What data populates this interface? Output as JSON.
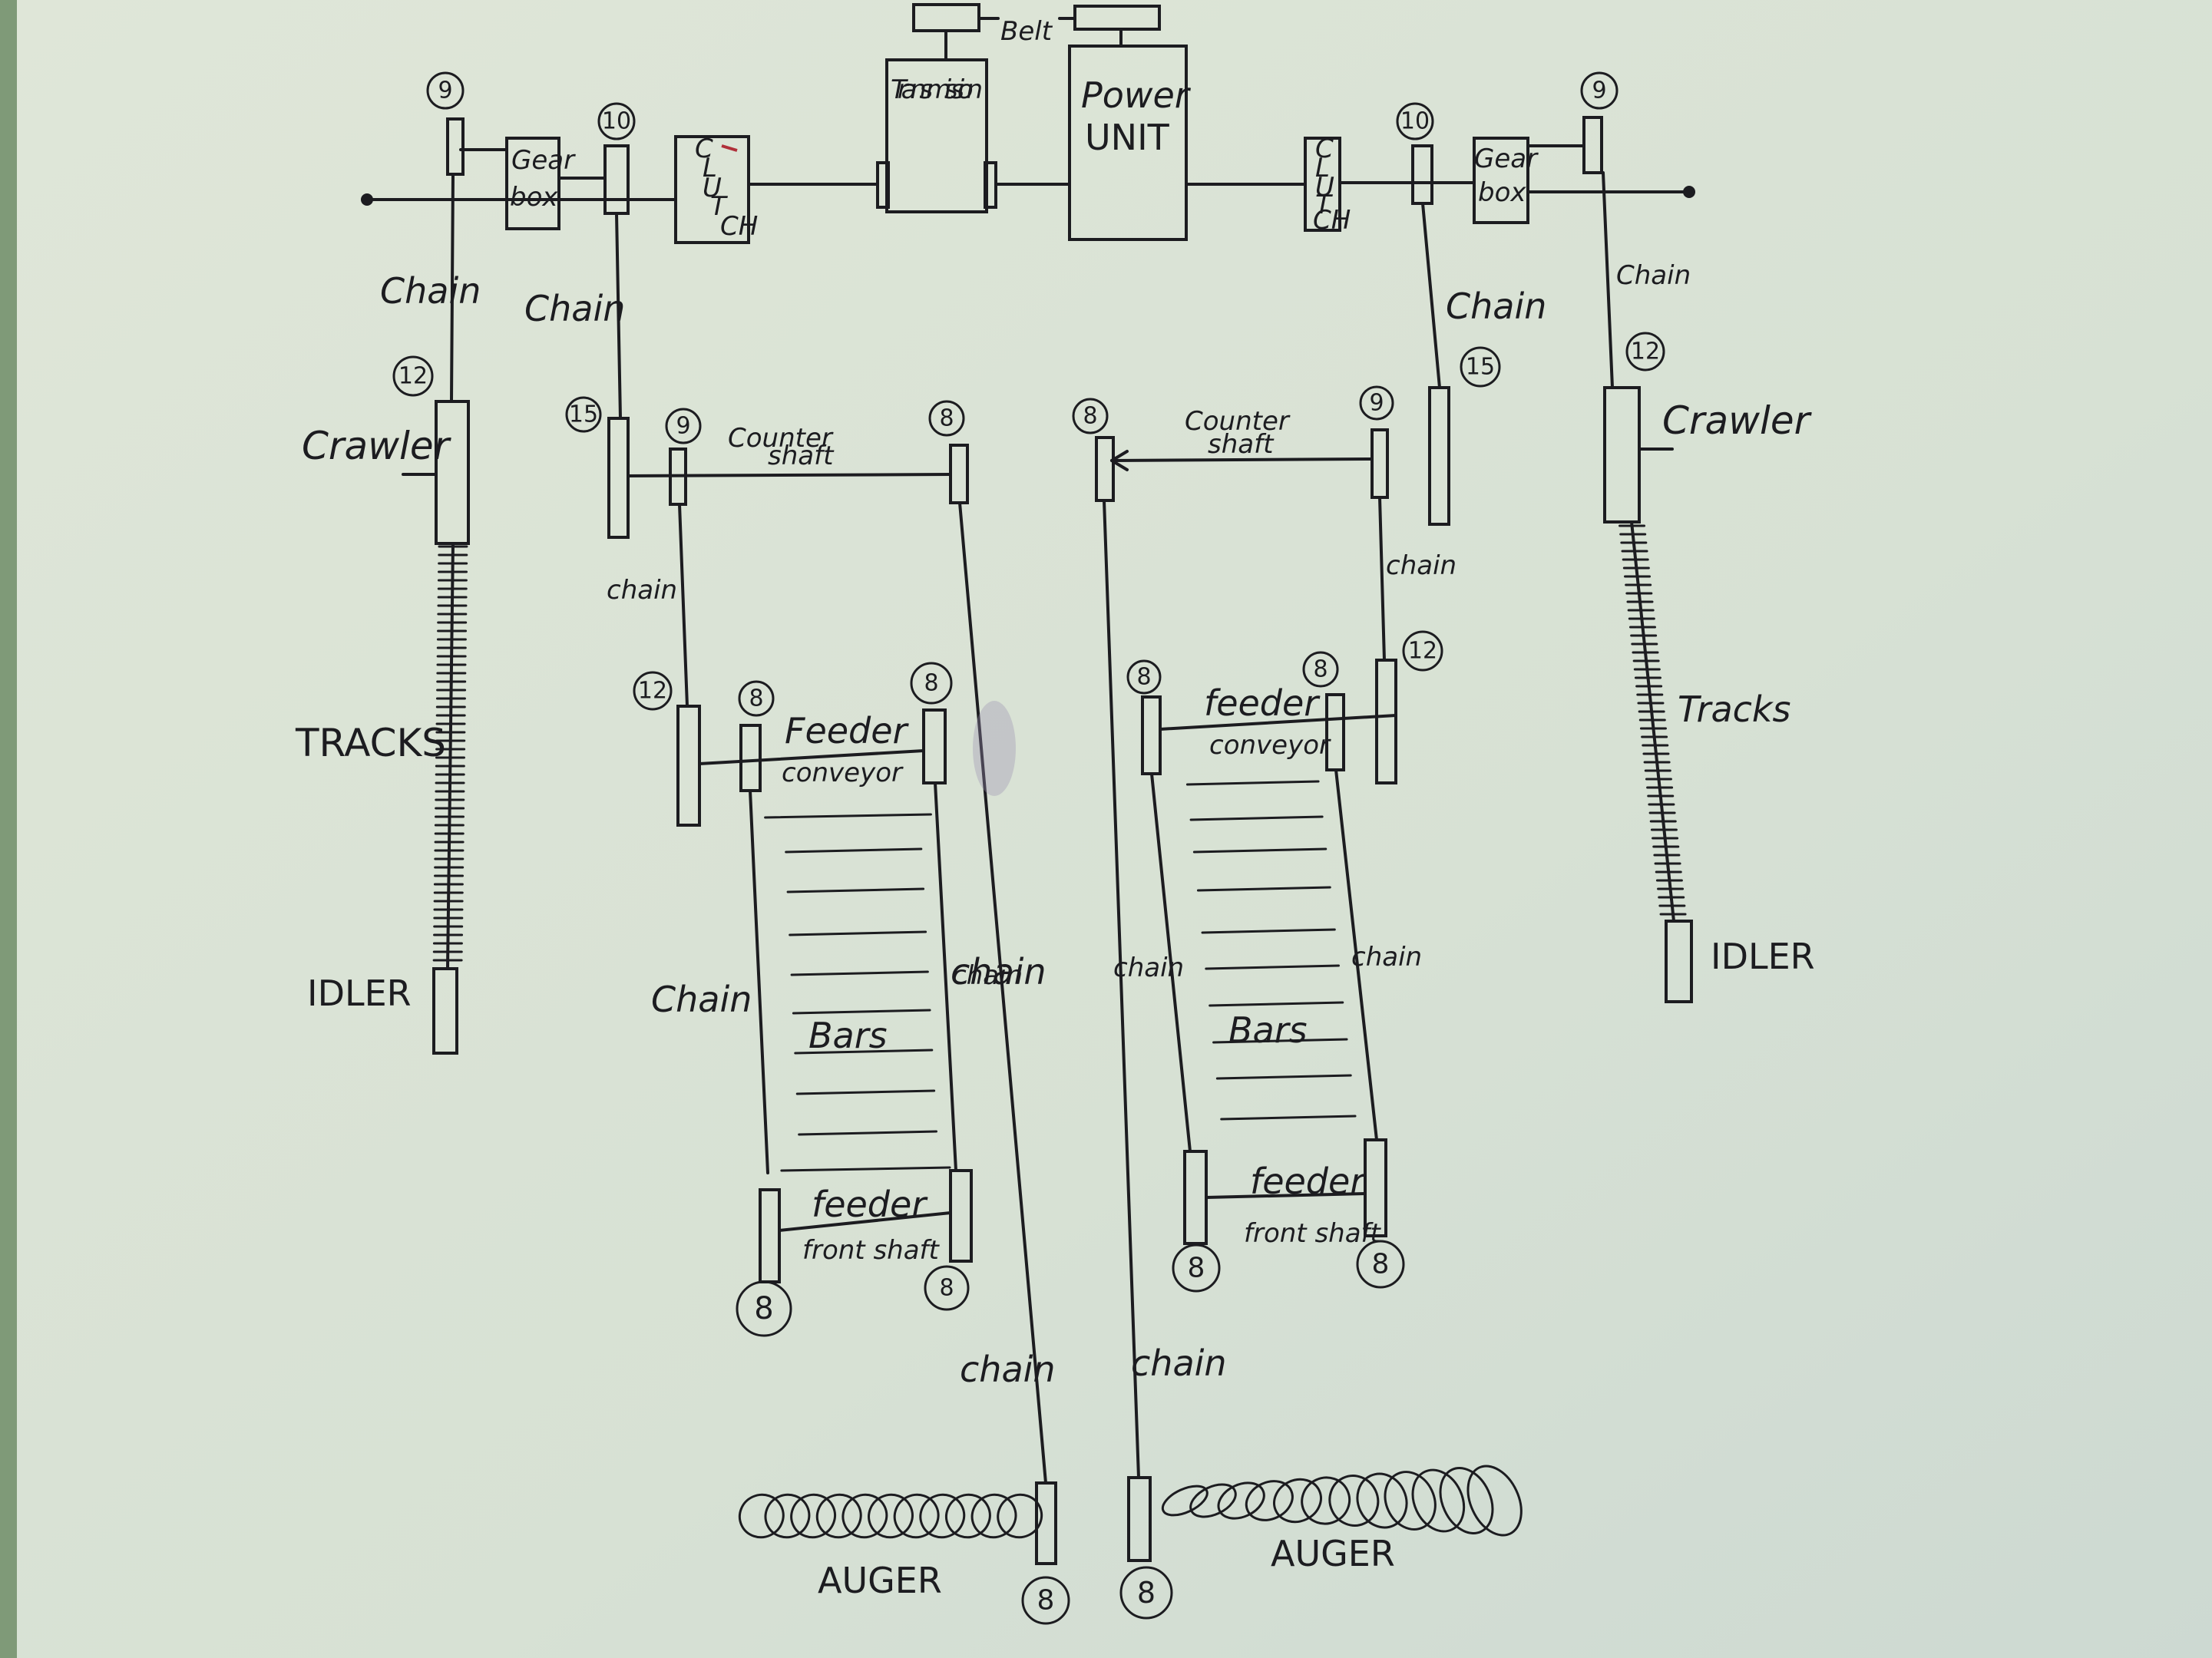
{
  "labels": {
    "belt": "Belt",
    "transmission": "Transmission",
    "power_unit_line1": "Power",
    "power_unit_line2": "UNIT",
    "left_clutch": [
      "C",
      "L",
      "U",
      "T",
      "CH"
    ],
    "right_clutch": [
      "C",
      "L",
      "U",
      "T",
      "CH"
    ],
    "left_gearbox_line1": "Gear",
    "left_gearbox_line2": "box",
    "right_gearbox_line1": "Gear",
    "right_gearbox_line2": "box",
    "chain": "Chain",
    "chain_lc": "chain",
    "crawler": "Crawler",
    "tracks_left": "TRACKS",
    "tracks_right": "Tracks",
    "idler_left": "IDLER",
    "idler_right": "IDLER",
    "counter_shaft_line1": "Counter",
    "counter_shaft_line2": "shaft",
    "feeder_conveyor_line1": "Feeder",
    "feeder_conveyor_line1_right": "feeder",
    "feeder_conveyor_line2": "conveyor",
    "bars": "Bars",
    "feeder_front_shaft_line1": "feeder",
    "feeder_front_shaft_line2": "front shaft",
    "auger": "AUGER"
  },
  "sprocket_teeth": {
    "left_gearbox_out": "9",
    "left_clutch_out": "10",
    "left_crawler": "12",
    "left_counter_in": "15",
    "left_counter_out": "9",
    "left_counter_far": "8",
    "left_feeder_in": "12",
    "left_feeder_a": "8",
    "left_feeder_b": "8",
    "left_front_a": "8",
    "left_front_b": "8",
    "left_auger": "8",
    "right_gearbox_out": "9",
    "right_clutch_out": "10",
    "right_crawler": "12",
    "right_counter_in": "15",
    "right_counter_out": "9",
    "right_counter_far": "8",
    "right_feeder_in": "12",
    "right_feeder_a": "8",
    "right_feeder_b": "8",
    "right_front_a": "8",
    "right_front_b": "8",
    "right_auger": "8"
  },
  "colors": {
    "paper": "#d9e3d6",
    "ink": "#1c1c20",
    "smudge": "#9c8fb3"
  }
}
